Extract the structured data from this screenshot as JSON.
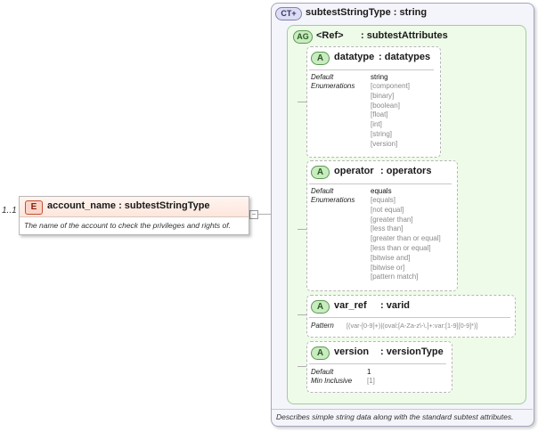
{
  "element": {
    "multiplicity": "1..1",
    "badge": "E",
    "title": "account_name : subtestStringType",
    "documentation": "The name of the account to check the privileges and rights of."
  },
  "complex_type": {
    "badge": "CT",
    "badge_plus": "+",
    "title": "subtestStringType : string",
    "documentation": "Describes simple string data along with the standard subtest attributes."
  },
  "attribute_group": {
    "badge": "AG",
    "ref": "<Ref>",
    "name": ": subtestAttributes"
  },
  "attributes": [
    {
      "badge": "A",
      "name": "datatype",
      "type": ": datatypes",
      "default_label": "Default",
      "default_value": "string",
      "enum_label": "Enumerations",
      "enumerations": [
        "[component]",
        "[binary]",
        "[boolean]",
        "[float]",
        "[int]",
        "[string]",
        "[version]"
      ]
    },
    {
      "badge": "A",
      "name": "operator",
      "type": ": operators",
      "default_label": "Default",
      "default_value": "equals",
      "enum_label": "Enumerations",
      "enumerations": [
        "[equals]",
        "[not equal]",
        "[greater than]",
        "[less than]",
        "[greater than or equal]",
        "[less than or equal]",
        "[bitwise and]",
        "[bitwise or]",
        "[pattern match]"
      ]
    },
    {
      "badge": "A",
      "name": "var_ref",
      "type": ": varid",
      "pattern_label": "Pattern",
      "pattern_value": "[(var-[0-9]+)|(oval:[A-Za-z\\-\\.]+:var:[1-9][0-9]*)]"
    },
    {
      "badge": "A",
      "name": "version",
      "type": ": versionType",
      "default_label": "Default",
      "default_value": "1",
      "min_label": "Min Inclusive",
      "min_value": "[1]"
    }
  ]
}
